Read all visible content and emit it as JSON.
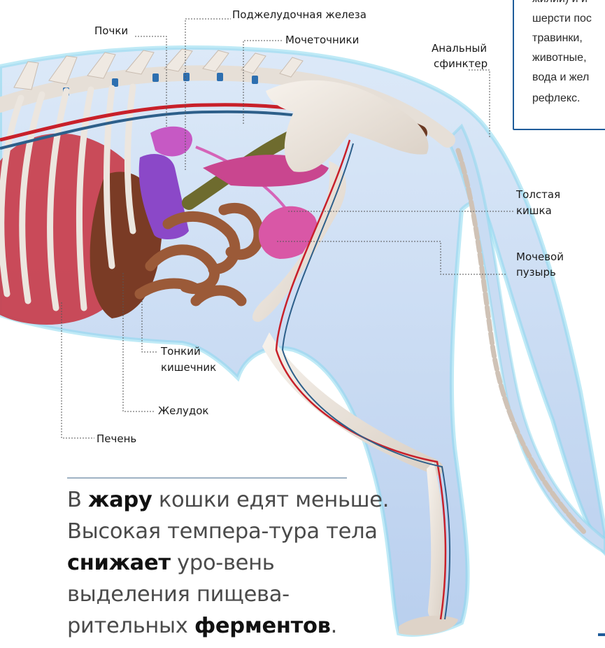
{
  "labels": {
    "pochki": "Почки",
    "podzheludochnaya": "Поджелудочная железа",
    "mochetochniki": "Мочеточники",
    "analnyy_1": "Анальный",
    "analnyy_2": "сфинктер",
    "tolstaya_1": "Толстая",
    "tolstaya_2": "кишка",
    "mochevoy_1": "Мочевой",
    "mochevoy_2": "пузырь",
    "tonkiy_1": "Тонкий",
    "tonkiy_2": "кишечник",
    "zheludok": "Желудок",
    "pechen": "Печень"
  },
  "info_box": {
    "lines": [
      "жилий) и и",
      "шерсти пос",
      "травинки,",
      "животные,",
      "вода и жел",
      "рефлекс."
    ]
  },
  "fact": {
    "p1": "В ",
    "b1": "жару",
    "p2": " кошки едят меньше. Высокая темпера-тура тела ",
    "b2": "снижает",
    "p3": " уро-вень выделения пищева-рительных ",
    "b3": "ферментов",
    "p4": "."
  },
  "colors": {
    "accent": "#1f5c9a",
    "body_silhouette": "#c9dcf3",
    "bone": "#ece6df",
    "artery": "#c8202a",
    "vein": "#2d5f8a"
  }
}
